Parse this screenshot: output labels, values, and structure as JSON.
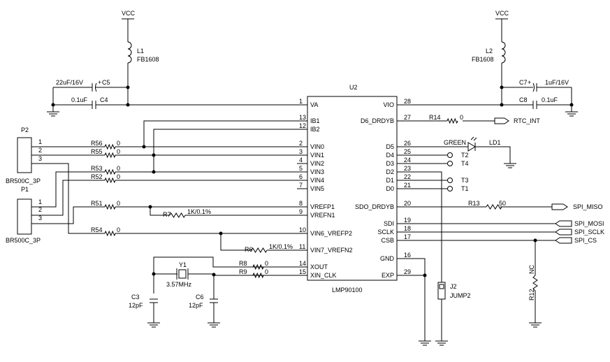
{
  "ic": {
    "ref": "U2",
    "part": "LMP90100",
    "left_pins": [
      {
        "num": "1",
        "name": "VA"
      },
      {
        "num": "13",
        "name": "IB1"
      },
      {
        "num": "12",
        "name": "IB2"
      },
      {
        "num": "2",
        "name": "VIN0"
      },
      {
        "num": "3",
        "name": "VIN1"
      },
      {
        "num": "4",
        "name": "VIN2"
      },
      {
        "num": "5",
        "name": "VIN3"
      },
      {
        "num": "6",
        "name": "VIN4"
      },
      {
        "num": "7",
        "name": "VIN5"
      },
      {
        "num": "8",
        "name": "VREFP1"
      },
      {
        "num": "9",
        "name": "VREFN1"
      },
      {
        "num": "10",
        "name": "VIN6_VREFP2"
      },
      {
        "num": "11",
        "name": "VIN7_VREFN2"
      },
      {
        "num": "14",
        "name": "XOUT"
      },
      {
        "num": "15",
        "name": "XIN_CLK"
      }
    ],
    "right_pins": [
      {
        "num": "28",
        "name": "VIO"
      },
      {
        "num": "27",
        "name": "D6_DRDYB"
      },
      {
        "num": "26",
        "name": "D5"
      },
      {
        "num": "25",
        "name": "D4"
      },
      {
        "num": "24",
        "name": "D3"
      },
      {
        "num": "23",
        "name": "D2"
      },
      {
        "num": "22",
        "name": "D1"
      },
      {
        "num": "21",
        "name": "D0"
      },
      {
        "num": "20",
        "name": "SDO_DRDYB"
      },
      {
        "num": "19",
        "name": "SDI"
      },
      {
        "num": "18",
        "name": "SCLK"
      },
      {
        "num": "17",
        "name": "CSB"
      },
      {
        "num": "16",
        "name": "GND"
      },
      {
        "num": "29",
        "name": "EXP"
      }
    ]
  },
  "power": {
    "vcc_left": "VCC",
    "vcc_right": "VCC"
  },
  "parts": {
    "L1": {
      "ref": "L1",
      "value": "FB1608"
    },
    "L2": {
      "ref": "L2",
      "value": "FB1608"
    },
    "C5": {
      "ref": "C5",
      "value": "22uF/16V",
      "plus": "+"
    },
    "C4": {
      "ref": "C4",
      "value": "0.1uF"
    },
    "C7": {
      "ref": "C7",
      "value": "1uF/16V",
      "plus": "+"
    },
    "C8": {
      "ref": "C8",
      "value": "0.1uF"
    },
    "C3": {
      "ref": "C3",
      "value": "12pF"
    },
    "C6": {
      "ref": "C6",
      "value": "12pF"
    },
    "Y1": {
      "ref": "Y1",
      "value": "3.57MHz"
    },
    "R56": {
      "ref": "R56",
      "value": "0"
    },
    "R55": {
      "ref": "R55",
      "value": "0"
    },
    "R53": {
      "ref": "R53",
      "value": "0"
    },
    "R52": {
      "ref": "R52",
      "value": "0"
    },
    "R51": {
      "ref": "R51",
      "value": "0"
    },
    "R54": {
      "ref": "R54",
      "value": "0"
    },
    "R7": {
      "ref": "R7",
      "value": "1K/0.1%"
    },
    "R6": {
      "ref": "R6",
      "value": "1K/0.1%"
    },
    "R8": {
      "ref": "R8",
      "value": "0"
    },
    "R9": {
      "ref": "R9",
      "value": "0"
    },
    "R14": {
      "ref": "R14",
      "value": "0"
    },
    "R13": {
      "ref": "R13",
      "value": "50"
    },
    "R12": {
      "ref": "R12",
      "value": "NC"
    },
    "LD1": {
      "ref": "LD1",
      "value": "GREEN"
    },
    "J2": {
      "ref": "J2",
      "value": "JUMP2"
    },
    "P1": {
      "ref": "P1",
      "value": "BR500C_3P",
      "pins": [
        "1",
        "2",
        "3"
      ]
    },
    "P2": {
      "ref": "P2",
      "value": "BR500C_3P",
      "pins": [
        "1",
        "2",
        "3"
      ]
    }
  },
  "tests": {
    "T1": "T1",
    "T2": "T2",
    "T3": "T3",
    "T4": "T4"
  },
  "nets": {
    "rtc": "RTC_INT",
    "miso": "SPI_MISO",
    "mosi": "SPI_MOSI",
    "sclk": "SPI_SCLK",
    "cs": "SPI_CS"
  }
}
